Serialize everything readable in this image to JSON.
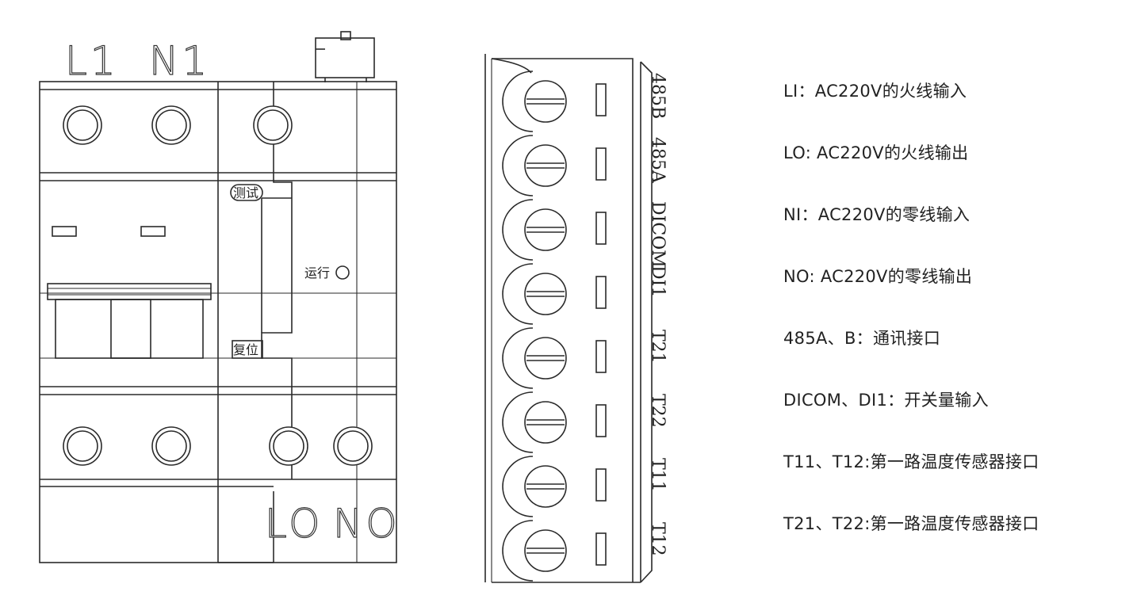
{
  "breaker": {
    "top_labels": [
      "L1",
      "N1"
    ],
    "bottom_labels": [
      "LO",
      "NO"
    ],
    "test_button": "测试",
    "reset_button": "复位",
    "run_indicator": "运行"
  },
  "terminal_block": {
    "labels": [
      "485B",
      "485A",
      "DICOM",
      "DI1",
      "T21",
      "T22",
      "T11",
      "T12"
    ]
  },
  "legend": [
    "LI：AC220V的火线输入",
    "LO: AC220V的火线输出",
    "NI：AC220V的零线输入",
    "NO: AC220V的零线输出",
    "485A、B：通讯接口",
    "DICOM、DI1：开关量输入",
    "T11、T12:第一路温度传感器接口",
    "T21、T22:第一路温度传感器接口"
  ]
}
